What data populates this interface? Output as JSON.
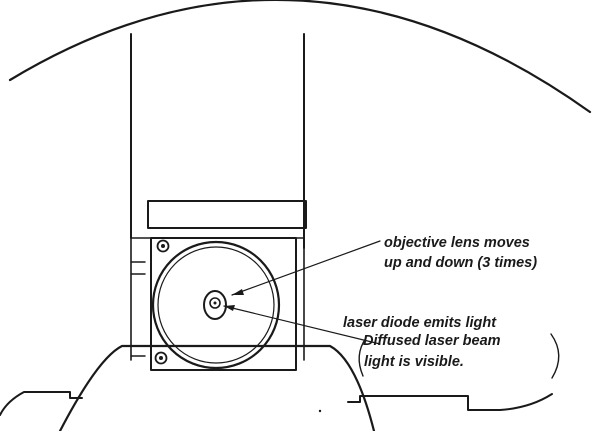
{
  "annotations": {
    "objective_lens": {
      "line1": "objective lens moves",
      "line2": "up and down (3 times)"
    },
    "laser_diode": {
      "line1": "laser diode emits light",
      "line2": "Diffused laser beam",
      "line3": "light is visible."
    }
  }
}
